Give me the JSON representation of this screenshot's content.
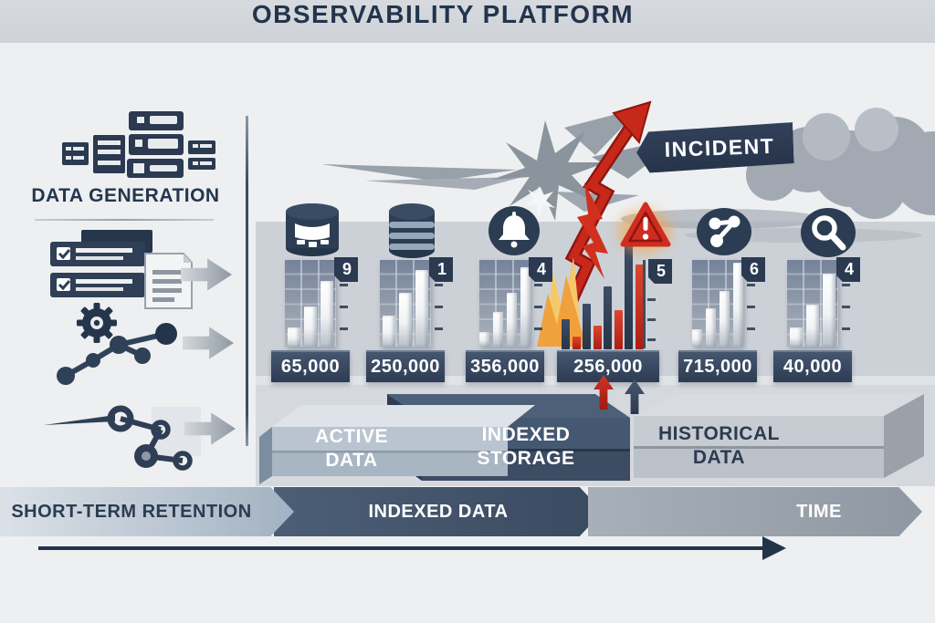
{
  "title": "OBSERVABILITY PLATFORM",
  "data_generation": {
    "heading": "DATA GENERATION",
    "sources": [
      {
        "icon": "server-cluster"
      },
      {
        "icon": "checklist-documents"
      },
      {
        "icon": "gear-pipeline"
      },
      {
        "icon": "trace-route"
      }
    ]
  },
  "incident": {
    "label": "INCIDENT"
  },
  "metrics": [
    {
      "icon": "metrics-cylinder-icon",
      "badge": "9",
      "value": "65,000",
      "bars": [
        22,
        46,
        76
      ],
      "type": "normal"
    },
    {
      "icon": "database-icon",
      "badge": "1",
      "value": "250,000",
      "bars": [
        36,
        62,
        88
      ],
      "type": "normal"
    },
    {
      "icon": "alert-bell-icon",
      "badge": "4",
      "value": "356,000",
      "bars": [
        17,
        40,
        62,
        92
      ],
      "type": "normal"
    },
    {
      "icon": "warning-triangle-icon",
      "badge": "5",
      "value": "256,000",
      "type": "incident",
      "bars": [
        {
          "h": 23,
          "c": "navy"
        },
        {
          "h": 10,
          "c": "red"
        },
        {
          "h": 35,
          "c": "navy"
        },
        {
          "h": 18,
          "c": "red"
        },
        {
          "h": 48,
          "c": "navy"
        },
        {
          "h": 30,
          "c": "red"
        },
        {
          "h": 87,
          "c": "navy"
        },
        {
          "h": 65,
          "c": "red"
        }
      ]
    },
    {
      "icon": "share-network-icon",
      "badge": "6",
      "value": "715,000",
      "bars": [
        20,
        44,
        64,
        97
      ],
      "type": "normal"
    },
    {
      "icon": "search-icon",
      "badge": "4",
      "value": "40,000",
      "bars": [
        22,
        48,
        84
      ],
      "type": "normal"
    }
  ],
  "storage_blocks": [
    {
      "name": "active-data",
      "line1": "ACTIVE",
      "line2": "DATA"
    },
    {
      "name": "indexed-storage",
      "line1": "INDEXED",
      "line2": "STORAGE"
    },
    {
      "name": "historical-data",
      "line1": "HISTORICAL",
      "line2": "DATA"
    }
  ],
  "timeline": {
    "segments": [
      {
        "label": "SHORT-TERM RETENTION"
      },
      {
        "label": "INDEXED DATA"
      },
      {
        "label": "TIME"
      }
    ]
  },
  "colors": {
    "navy": "#2c3b52",
    "red": "#c9281c",
    "flame_orange": "#ef9f3a",
    "flame_yellow": "#f5c96a",
    "band_gray": "#ccd1d7",
    "chevron_light": "#a9b8c7",
    "chevron_dark": "#41536b",
    "chevron_gray": "#99a2ac"
  },
  "chart_data": [
    {
      "type": "bar",
      "label": "65,000",
      "badge": "9",
      "values": [
        22,
        46,
        76
      ]
    },
    {
      "type": "bar",
      "label": "250,000",
      "badge": "1",
      "values": [
        36,
        62,
        88
      ]
    },
    {
      "type": "bar",
      "label": "356,000",
      "badge": "4",
      "values": [
        17,
        40,
        62,
        92
      ]
    },
    {
      "type": "bar",
      "label": "256,000",
      "badge": "5",
      "values": [
        23,
        10,
        35,
        18,
        48,
        30,
        87,
        65
      ],
      "note": "alternating navy/red incident spike"
    },
    {
      "type": "bar",
      "label": "715,000",
      "badge": "6",
      "values": [
        20,
        44,
        64,
        97
      ]
    },
    {
      "type": "bar",
      "label": "40,000",
      "badge": "4",
      "values": [
        22,
        48,
        84
      ]
    }
  ]
}
